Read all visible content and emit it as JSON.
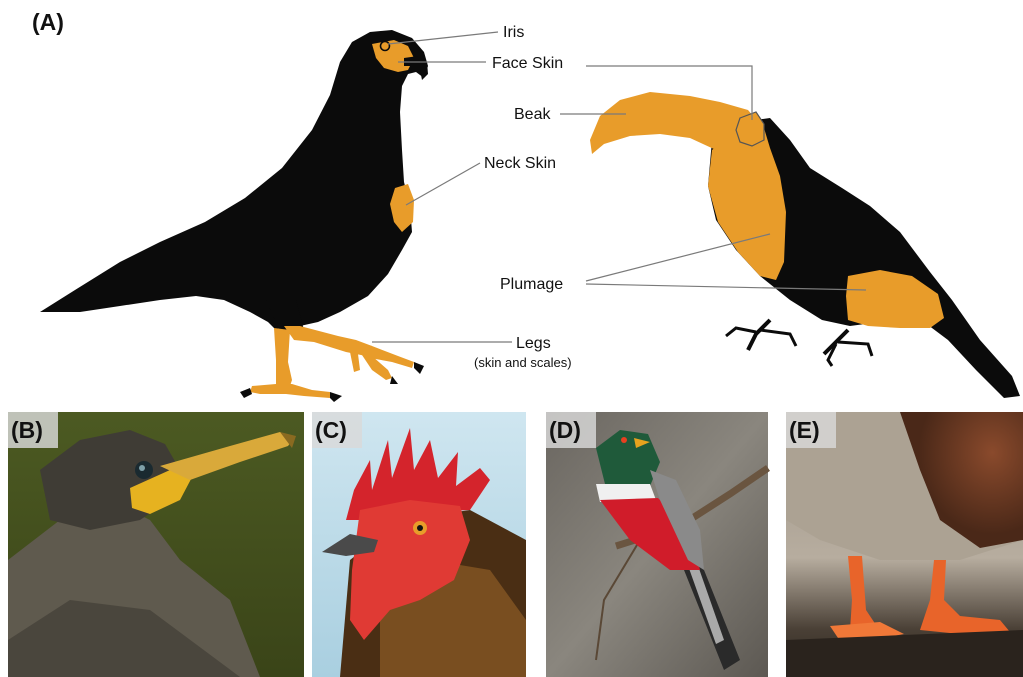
{
  "figure": {
    "panel_a": {
      "letter": "(A)",
      "labels": {
        "iris": "Iris",
        "face_skin": "Face Skin",
        "beak": "Beak",
        "neck_skin": "Neck Skin",
        "plumage": "Plumage",
        "legs": "Legs",
        "legs_note": "(skin and scales)"
      }
    },
    "photos": [
      {
        "letter": "(B)",
        "subject": "cormorant"
      },
      {
        "letter": "(C)",
        "subject": "rooster"
      },
      {
        "letter": "(D)",
        "subject": "trogon"
      },
      {
        "letter": "(E)",
        "subject": "duck-legs"
      }
    ]
  },
  "colors": {
    "silhouette": "#0b0b0b",
    "orange_patch": "#e89c2a",
    "leader_line": "#7a7a7a"
  }
}
